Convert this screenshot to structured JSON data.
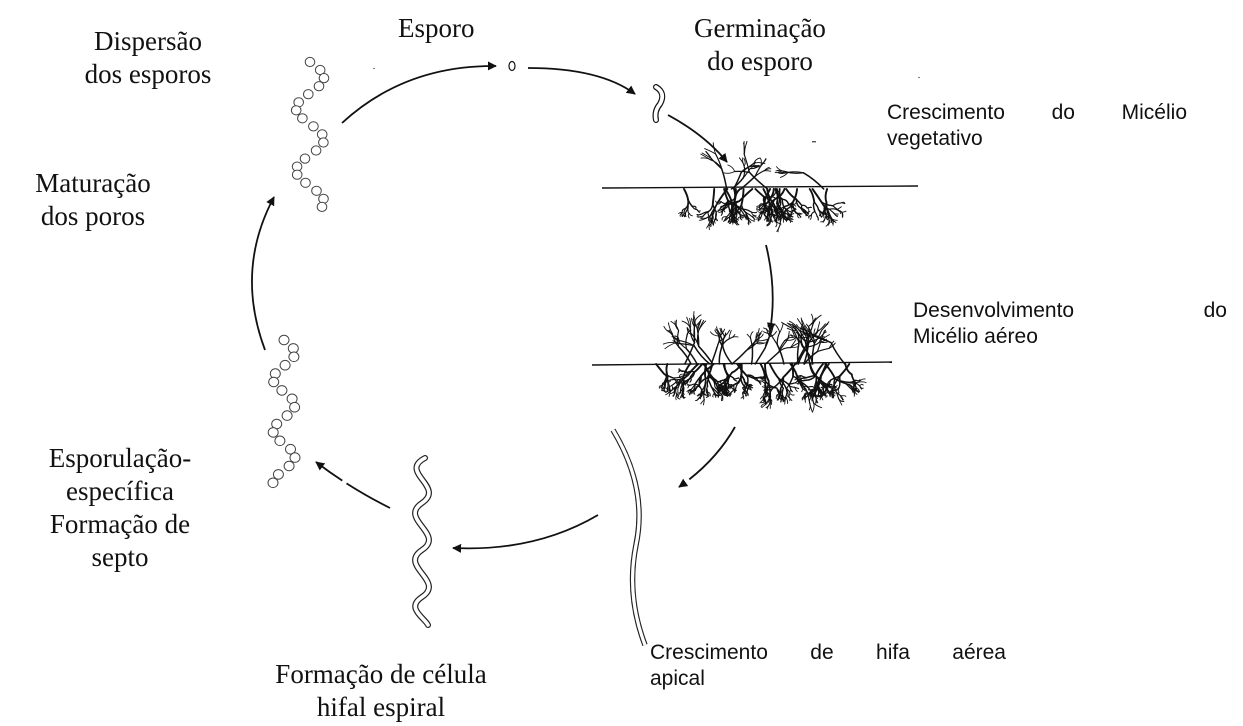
{
  "colors": {
    "ink": "#111111",
    "background": "#ffffff"
  },
  "labels": {
    "spore": "Esporo",
    "germination": [
      "Germinação",
      "do esporo"
    ],
    "vegetative": [
      "Crescimento  do  Micélio",
      "vegetativo"
    ],
    "aerial": [
      "Desenvolvimento            do",
      "Micélio aéreo"
    ],
    "apical": [
      "Crescimento  de  hifa  aérea",
      "apical"
    ],
    "spiral": [
      "Formação de célula",
      "hifal espiral"
    ],
    "septation": [
      "Esporulação-",
      "específica",
      "Formação de",
      "septo"
    ],
    "maturation": [
      "Maturação",
      "dos poros"
    ],
    "dispersal": [
      "Dispersão",
      "dos esporos"
    ]
  }
}
